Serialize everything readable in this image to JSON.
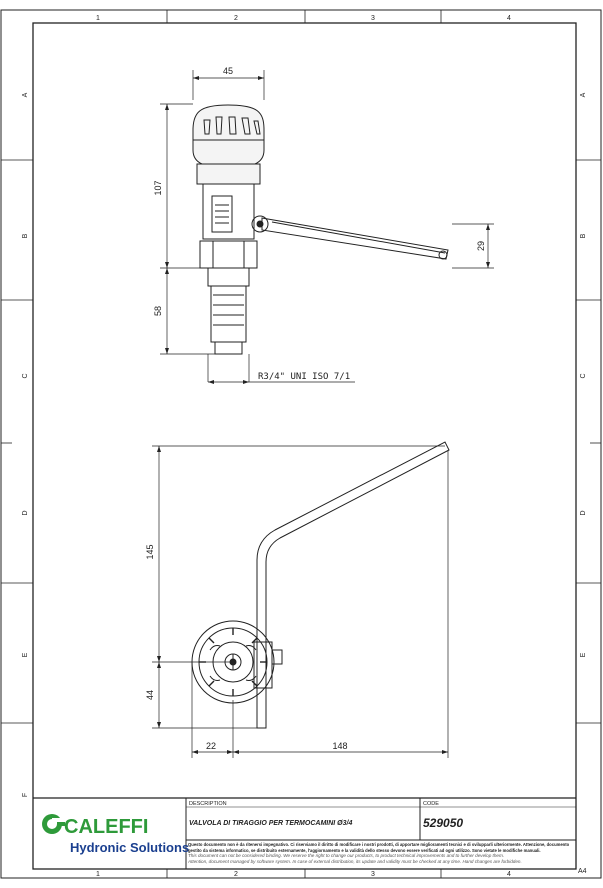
{
  "border": {
    "top_numbers": [
      "1",
      "2",
      "3",
      "4"
    ],
    "bottom_numbers": [
      "1",
      "2",
      "3",
      "4"
    ],
    "side_letters": [
      "A",
      "B",
      "C",
      "D",
      "E",
      "F"
    ]
  },
  "drawing_top": {
    "dim_width": "45",
    "dim_upper_height": "107",
    "dim_lower_height": "58",
    "dim_handle_offset": "29",
    "thread_label": "R3/4\" UNI ISO 7/1"
  },
  "drawing_bottom": {
    "dim_height": "145",
    "dim_small_height": "44",
    "dim_left_width": "22",
    "dim_right_width": "148"
  },
  "title_block": {
    "brand": "CALEFFI",
    "tagline": "Hydronic Solutions",
    "description_label": "DESCRIPTION",
    "description": "VALVOLA DI TIRAGGIO PER TERMOCAMINI Ø3/4",
    "code_label": "CODE",
    "code": "529050",
    "legal_it": "Questo documento non è da ritenersi impegnativo. Ci riserviamo il diritto di modificare i nostri prodotti, di apportare miglioramenti tecnici e di svilupparli ulteriormente. Attenzione, documento gestito da sistema informatico, se distribuito esternamente, l'aggiornamento e la validità dello stesso devono essere verificati ad ogni utilizzo. Sono vietate le modifiche manuali.",
    "legal_en_1": "This document can not be considered binding. We reserve the right to change our products, to product technical improvements and to further develop them.",
    "legal_en_2": "Attention, document managed by software system. In case of external distribution, its update and validity must be checked at any time. Hand changes are forbidden.",
    "sheet_size": "A4"
  },
  "colors": {
    "line": "#222222",
    "brand_green": "#2e9a3a",
    "brand_blue": "#1a3f8f"
  }
}
